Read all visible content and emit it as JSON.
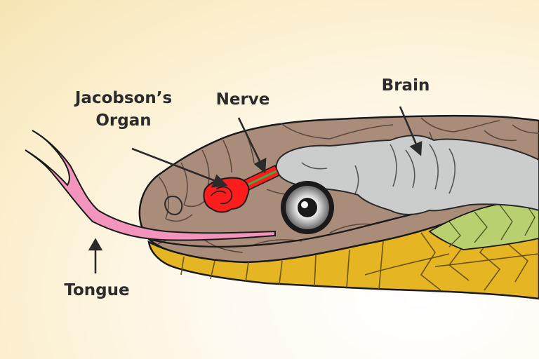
{
  "labels": {
    "jacobsons_organ": [
      "Jacobson’s",
      "Organ"
    ],
    "nerve": "Nerve",
    "brain": "Brain",
    "tongue": "Tongue"
  },
  "colors": {
    "head": "#aa8c7b",
    "belly": "#e5b524",
    "neck_scales": "#b8d06f",
    "brain": "#cbcccc",
    "organ": "#ff1c1c",
    "nerve": "#36b040",
    "tongue": "#f394bd",
    "outline": "#1a1a1a",
    "text": "#2b2b2b"
  }
}
